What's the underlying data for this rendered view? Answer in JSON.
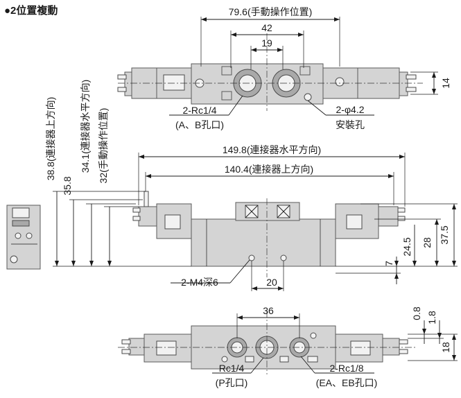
{
  "title": "●2位置複動",
  "top_view": {
    "dim_manual": "79.6(手動操作位置)",
    "dim_42": "42",
    "dim_19": "19",
    "dim_14": "14",
    "port_label": "2-Rc1/4",
    "port_sub": "(A、B孔口)",
    "hole_label": "2-φ4.2",
    "hole_sub": "安裝孔"
  },
  "front_view": {
    "dim_149": "149.8(連接器水平方向)",
    "dim_140": "140.4(連接器上方向)",
    "v_38_8": "38.8(連接器上方向)",
    "v_35_8": "35.8",
    "v_34_1": "34.1(連接器水平方向)",
    "v_32": "32(手動操作位置)",
    "dim_37_5": "37.5",
    "dim_28": "28",
    "dim_24_5": "24.5",
    "dim_7": "7",
    "dim_20": "20",
    "tap_label": "2-M4深6"
  },
  "bottom_view": {
    "dim_36": "36",
    "dim_0_8": "0.8",
    "dim_1_8": "1.8",
    "dim_18": "18",
    "p_label": "Rc1/4",
    "p_sub": "(P孔口)",
    "e_label": "2-Rc1/8",
    "e_sub": "(EA、EB孔口)"
  }
}
